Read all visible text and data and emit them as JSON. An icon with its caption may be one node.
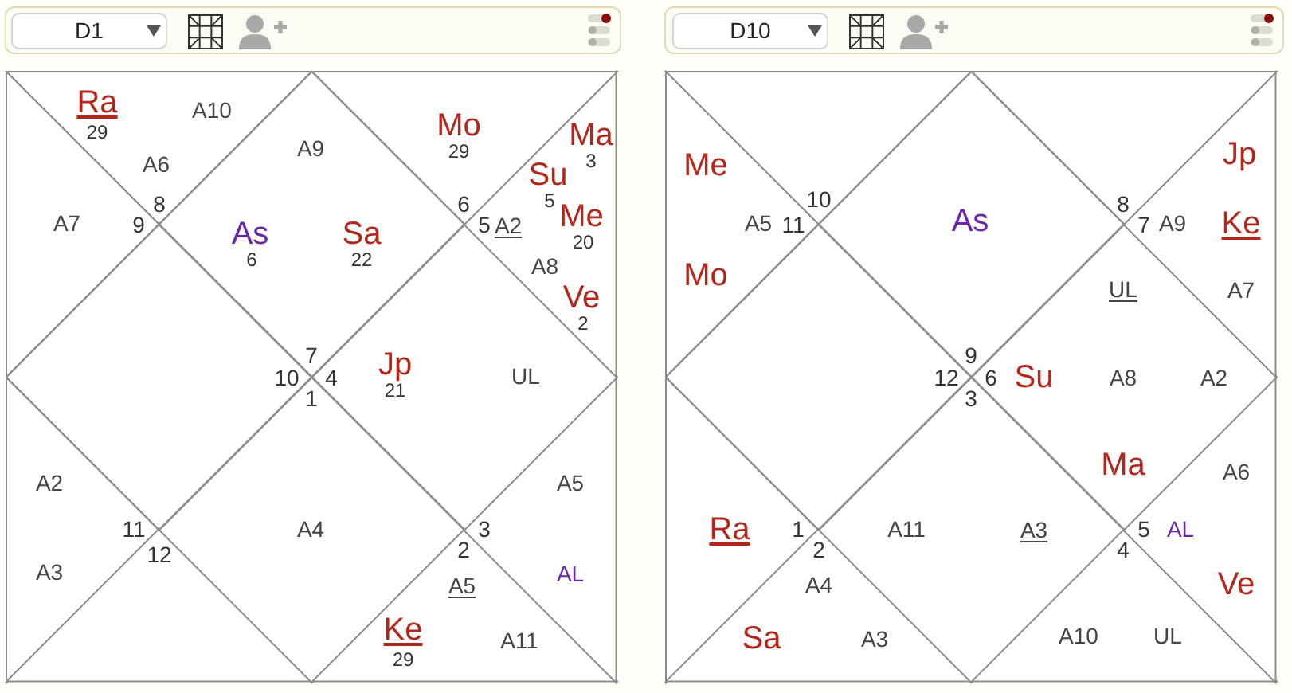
{
  "diagram": {
    "nodes": [
      {
        "text": [
          "D1"
        ]
      },
      {
        "text": [
          "A9",
          "As",
          "6",
          "Sa",
          "22",
          "7"
        ]
      },
      {
        "text": [
          "Ra",
          "29",
          "A10",
          "A6",
          "8"
        ]
      },
      {
        "text": [
          "A7",
          "9"
        ]
      },
      {
        "text": [
          "10"
        ]
      },
      {
        "text": [
          "A2",
          "11",
          "A3"
        ]
      },
      {
        "text": [
          "12"
        ]
      },
      {
        "text": [
          "1",
          "A4"
        ]
      },
      {
        "text": [
          "2",
          "A5",
          "Ke",
          "29",
          "A11"
        ]
      },
      {
        "text": [
          "A5",
          "3",
          "AL"
        ]
      },
      {
        "text": [
          "4",
          "Jp",
          "21",
          "UL"
        ]
      },
      {
        "text": [
          "Ma",
          "3",
          "Su",
          "5",
          "5",
          "A2",
          "Me",
          "20",
          "A8",
          "Ve",
          "2"
        ]
      },
      {
        "text": [
          "Mo",
          "29",
          "6"
        ]
      },
      {
        "text": [
          "D10"
        ]
      },
      {
        "text": [
          "As",
          "9"
        ]
      },
      {
        "text": [
          "10"
        ]
      },
      {
        "text": [
          "Me",
          "A5",
          "11",
          "Mo"
        ]
      },
      {
        "text": [
          "12"
        ]
      },
      {
        "text": [
          "Ra",
          "1"
        ]
      },
      {
        "text": [
          "2",
          "A4",
          "Sa",
          "A3"
        ]
      },
      {
        "text": [
          "3",
          "A11",
          "A3"
        ]
      },
      {
        "text": [
          "4",
          "A10",
          "UL"
        ]
      },
      {
        "text": [
          "A6",
          "5",
          "AL",
          "Ve"
        ]
      },
      {
        "text": [
          "UL",
          "6",
          "Su",
          "A8",
          "A2",
          "Ma"
        ]
      },
      {
        "text": [
          "Jp",
          "7",
          "A9",
          "Ke",
          "A7"
        ]
      },
      {
        "text": [
          "8"
        ]
      }
    ]
  }
}
